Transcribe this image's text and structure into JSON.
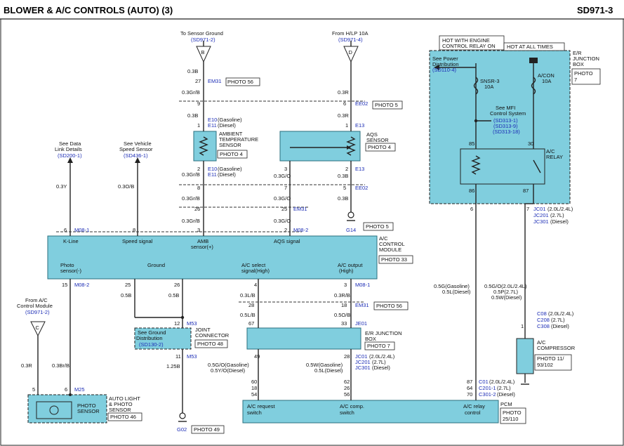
{
  "header": {
    "title": "BLOWER & A/C CONTROLS (AUTO) (3)",
    "code": "SD971-3"
  },
  "refs": {
    "sensor_ground_label": "To Sensor Ground",
    "sensor_ground_ref": "(SD971-2)",
    "hlp_label": "From H/LP 10A",
    "hlp_ref": "(SD971-4)",
    "data_link_1": "See Data",
    "data_link_2": "Link Details",
    "data_link_ref": "(SD200-1)",
    "vss_1": "See Vehicle",
    "vss_2": "Speed Sensor",
    "vss_ref": "(SD436-1)",
    "acm_1": "From A/C",
    "acm_2": "Control Module",
    "acm_ref": "(SD971-2)",
    "power_1": "See Power",
    "power_2": "Distribution",
    "power_ref": "(SD110-4)",
    "mfi_1": "See MFI",
    "mfi_2": "Control System",
    "mfi_ref1": "(SD313-1)",
    "mfi_ref2": "(SD313-9)",
    "mfi_ref3": "(SD313-18)",
    "gnd_1": "See Ground",
    "gnd_2": "Distribution",
    "gnd_ref": "(SD130-2)",
    "letter_b": "B",
    "letter_d": "D",
    "letter_c": "C"
  },
  "labels": {
    "hot_relay_1": "HOT WITH ENGINE",
    "hot_relay_2": "CONTROL RELAY ON",
    "hot_always": "HOT AT ALL TIMES",
    "er_box_1": "E/R",
    "er_box_2": "JUNCTION",
    "er_box_3": "BOX",
    "photo7": "PHOTO",
    "photo7b": "7",
    "fuse1_a": "SNSR-3",
    "fuse1_b": "10A",
    "fuse2_a": "A/CON",
    "fuse2_b": "10A",
    "relay_1": "A/C",
    "relay_2": "RELAY",
    "amb_1": "AMBIENT",
    "amb_2": "TEMPERATURE",
    "amb_3": "SENSOR",
    "amb_photo": "PHOTO 4",
    "aqs_1": "AQS",
    "aqs_2": "SENSOR",
    "aqs_photo": "PHOTO 4",
    "acm_mod_1": "A/C",
    "acm_mod_2": "CONTROL",
    "acm_mod_3": "MODULE",
    "acm_photo": "PHOTO 33",
    "kline": "K-Line",
    "speed_signal": "Speed signal",
    "amb_sensor_1": "AMB",
    "amb_sensor_2": "sensor(+)",
    "aqs_signal": "AQS signal",
    "photo_sensor_1": "Photo",
    "photo_sensor_2": "sensor(-)",
    "ground": "Ground",
    "acsel_1": "A/C select",
    "acsel_2": "signal(High)",
    "acout_1": "A/C output",
    "acout_2": "(High)",
    "joint_1": "JOINT",
    "joint_2": "CONNECTOR",
    "joint_photo": "PHOTO 48",
    "erjb_1": "E/R JUNCTION",
    "erjb_2": "BOX",
    "erjb_photo": "PHOTO 7",
    "autolight_1": "AUTO LIGHT",
    "autolight_2": "& PHOTO",
    "autolight_3": "SENSOR",
    "autolight_photo": "PHOTO 46",
    "photo_sensor_box_1": "PHOTO",
    "photo_sensor_box_2": "SENSOR",
    "pcm": "PCM",
    "pcm_photo_1": "PHOTO",
    "pcm_photo_2": "25/110",
    "acreq_1": "A/C request",
    "acreq_2": "switch",
    "accomp_1": "A/C comp.",
    "accomp_2": "switch",
    "acrelay_1": "A/C relay",
    "acrelay_2": "control",
    "comp_1": "A/C",
    "comp_2": "COMPRESSOR",
    "comp_photo_1": "PHOTO 11/",
    "comp_photo_2": "93/102",
    "g14": "G14",
    "g14_photo": "PHOTO 5",
    "g02": "G02",
    "g02_photo": "PHOTO 49"
  },
  "connectors": {
    "em31": "EM31",
    "em31_photo": "PHOTO 56",
    "ee02": "EE02",
    "ee02_photo": "PHOTO 5",
    "e10_g": "E10",
    "gasoline": "(Gasoline)",
    "e11_d": "E11",
    "diesel": "(Diesel)",
    "e13": "E13",
    "m08_1": "M08-1",
    "m08_2": "M08-2",
    "m53": "M53",
    "m25": "M25",
    "je01": "JE01",
    "jc01": "JC01",
    "jc01_v": "(2.0L/2.4L)",
    "jc201": "JC201",
    "v27": "(2.7L)",
    "jc301": "JC301",
    "c08": "C08",
    "c208": "C208",
    "c308": "C308",
    "c01": "C01",
    "c201": "C201-1",
    "c301": "C301-2"
  },
  "wires": {
    "w03b": "0.3B",
    "w03grb": "0.3Gr/B",
    "w03r": "0.3R",
    "w03go": "0.3G/O",
    "w03y": "0.3Y",
    "w03ob": "0.3O/B",
    "w03brb": "0.3Br/B",
    "w05b": "0.5B",
    "w125b": "1.25B",
    "w03lb": "0.3L/B",
    "w03rb": "0.3R/B",
    "w05lb": "0.5L/B",
    "w05ob": "0.5O/B",
    "w05gog": "0.5G/O(Gasoline)",
    "w05yod": "0.5Y/O(Diesel)",
    "w05wg": "0.5W(Gasoline)",
    "w05ld": "0.5L(Diesel)",
    "w05gg": "0.5G(Gasoline)",
    "w05ld2": "0.5L(Diesel)",
    "w05go24": "0.5G/O(2.0L/2.4L)",
    "w05p27": "0.5P(2.7L)",
    "w05wd": "0.5W(Diesel)"
  },
  "pins": {
    "p27": "27",
    "p9": "9",
    "p1": "1",
    "p8": "8",
    "p26": "26",
    "p3": "3",
    "p6": "6",
    "p5": "5",
    "p7": "7",
    "p25": "25",
    "p2": "2",
    "p15": "15",
    "p12": "12",
    "p11": "11",
    "p4": "4",
    "p28": "28",
    "p18": "18",
    "p67": "67",
    "p33": "33",
    "p49": "49",
    "p60": "60",
    "p54": "54",
    "p62": "62",
    "p56": "56",
    "p64": "64",
    "p70": "70",
    "p87": "87",
    "p85": "85",
    "p30": "30",
    "p86": "86"
  },
  "colors": {
    "module_fill": "#80cede",
    "link_blue": "#1a2bb5"
  }
}
